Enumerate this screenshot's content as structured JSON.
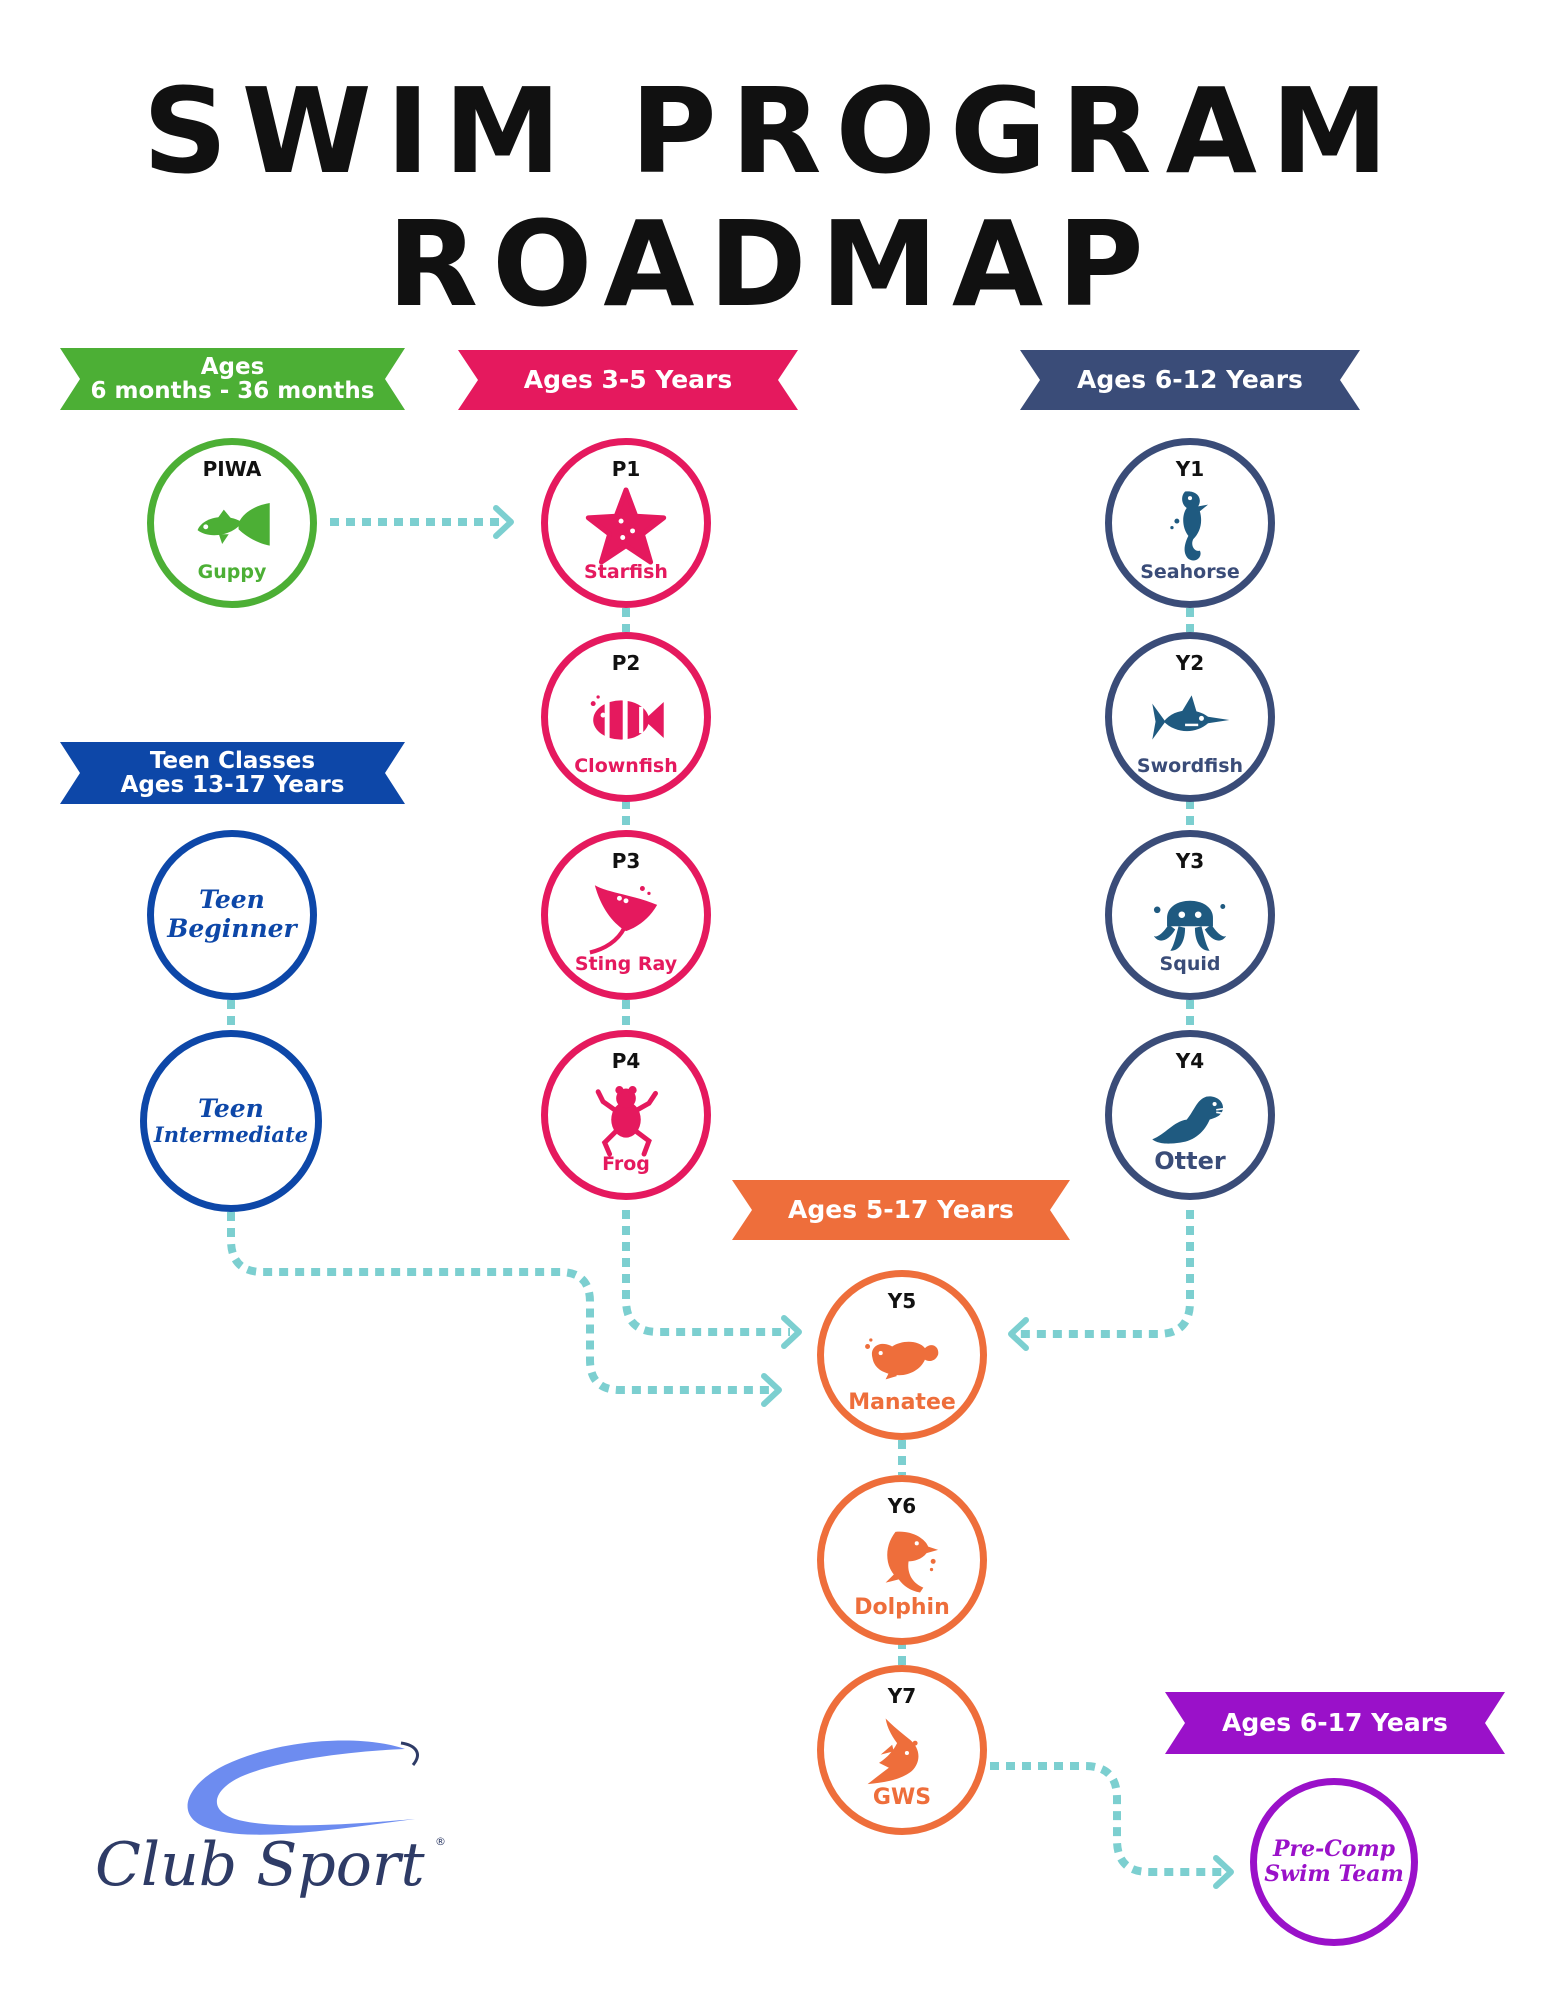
{
  "title": {
    "line1": "SWIM PROGRAM",
    "line2": "ROADMAP"
  },
  "colors": {
    "green": "#4caf35",
    "pink": "#e5195e",
    "navy": "#3a4c78",
    "blue": "#0d47a8",
    "orange": "#ee6e3b",
    "purple": "#9a11c9",
    "connector": "#7ccfd0"
  },
  "banners": {
    "infant": {
      "line1": "Ages",
      "line2": "6 months - 36 months"
    },
    "preschool": {
      "label": "Ages 3-5 Years"
    },
    "youth": {
      "label": "Ages 6-12 Years"
    },
    "teen": {
      "line1": "Teen Classes",
      "line2": "Ages 13-17 Years"
    },
    "advanced": {
      "label": "Ages 5-17 Years"
    },
    "team": {
      "label": "Ages 6-17 Years"
    }
  },
  "levels": {
    "piwa": {
      "code": "PIWA",
      "name": "Guppy",
      "icon": "guppy-icon"
    },
    "p1": {
      "code": "P1",
      "name": "Starfish",
      "icon": "starfish-icon"
    },
    "p2": {
      "code": "P2",
      "name": "Clownfish",
      "icon": "clownfish-icon"
    },
    "p3": {
      "code": "P3",
      "name": "Sting Ray",
      "icon": "sting-ray-icon"
    },
    "p4": {
      "code": "P4",
      "name": "Frog",
      "icon": "frog-icon"
    },
    "y1": {
      "code": "Y1",
      "name": "Seahorse",
      "icon": "seahorse-icon"
    },
    "y2": {
      "code": "Y2",
      "name": "Swordfish",
      "icon": "swordfish-icon"
    },
    "y3": {
      "code": "Y3",
      "name": "Squid",
      "icon": "squid-icon"
    },
    "y4": {
      "code": "Y4",
      "name": "Otter",
      "icon": "otter-icon"
    },
    "teen_beginner": {
      "line1": "Teen",
      "line2": "Beginner"
    },
    "teen_intermediate": {
      "line1": "Teen",
      "line2": "Intermediate"
    },
    "y5": {
      "code": "Y5",
      "name": "Manatee",
      "icon": "manatee-icon"
    },
    "y6": {
      "code": "Y6",
      "name": "Dolphin",
      "icon": "dolphin-icon"
    },
    "y7": {
      "code": "Y7",
      "name": "GWS",
      "icon": "shark-icon"
    },
    "precomp": {
      "line1": "Pre-Comp",
      "line2": "Swim Team"
    }
  },
  "logo": {
    "text": "Club Sport",
    "mark": "®"
  }
}
